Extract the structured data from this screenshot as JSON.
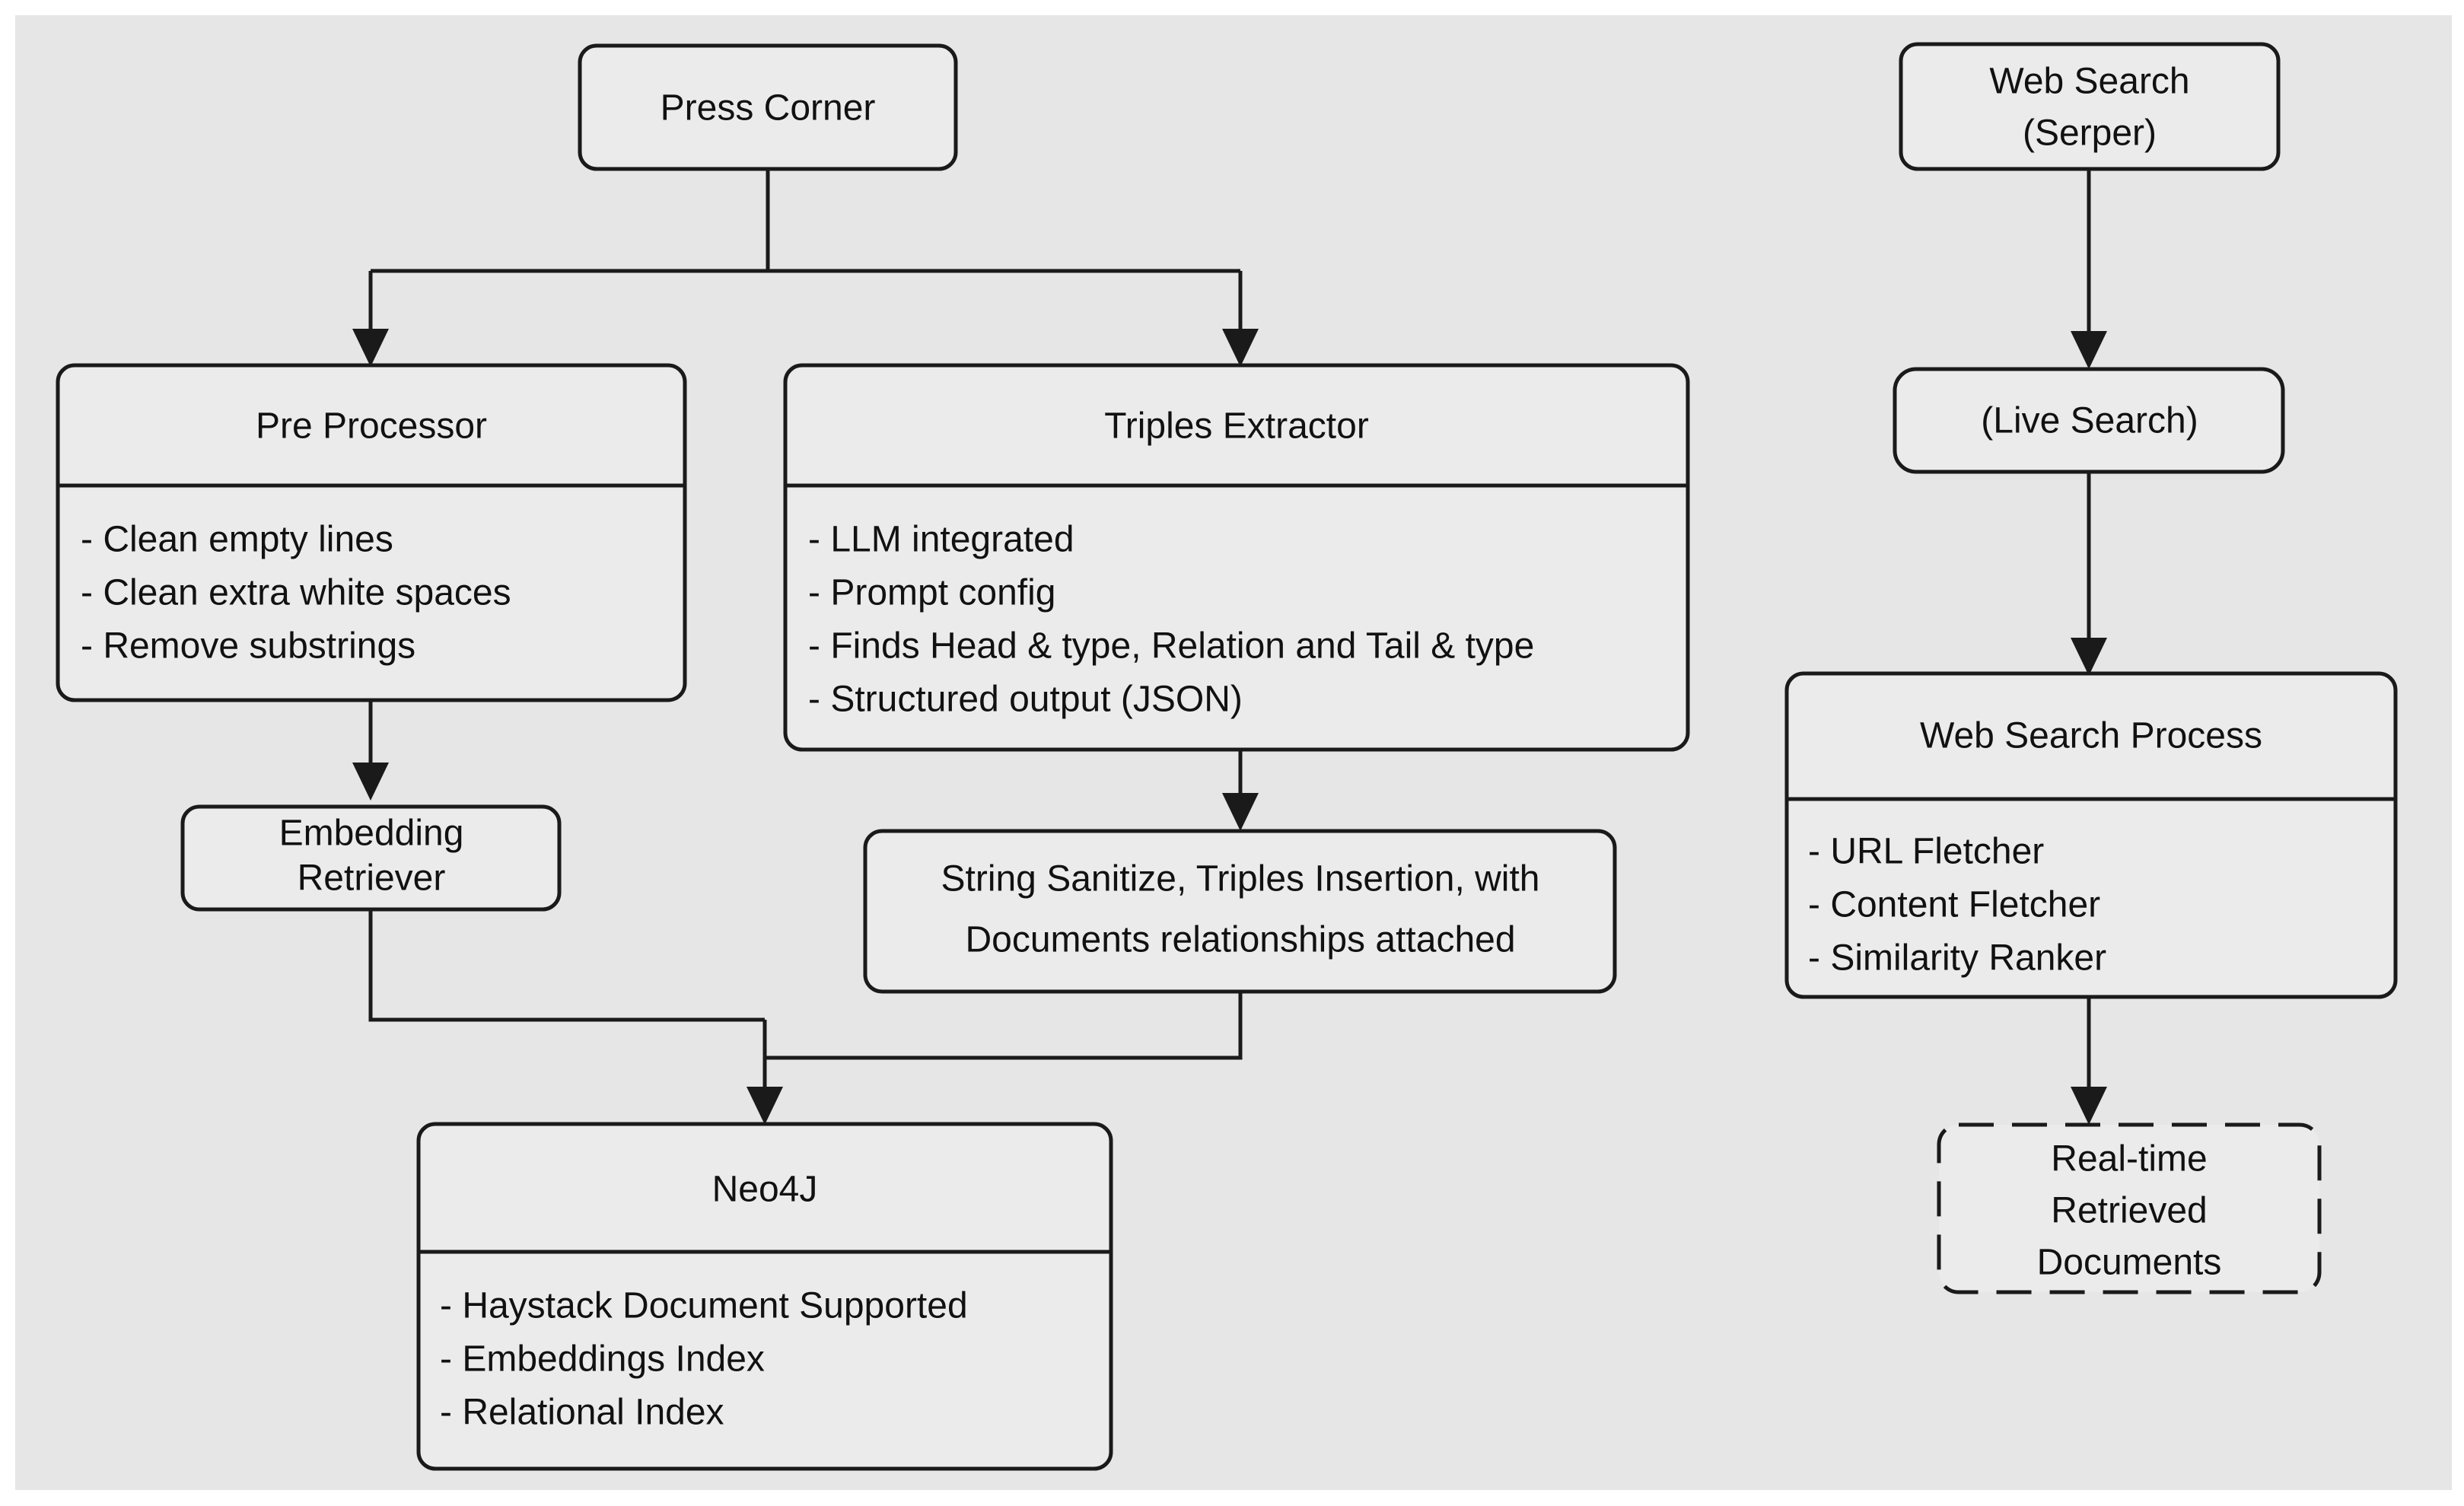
{
  "canvas": {
    "background_color": "#e6e6e6",
    "node_fill_color": "#ebebeb",
    "stroke_color": "#1a1a1a"
  },
  "nodes": {
    "press_corner": {
      "title": "Press Corner"
    },
    "pre_processor": {
      "title": "Pre Processor",
      "items": [
        "- Clean empty lines",
        "- Clean extra white spaces",
        "- Remove substrings"
      ]
    },
    "triples_extractor": {
      "title": "Triples Extractor",
      "items": [
        "- LLM integrated",
        "- Prompt config",
        "- Finds Head & type, Relation and Tail & type",
        "- Structured output (JSON)"
      ]
    },
    "embedding_retriever": {
      "line1": "Embedding",
      "line2": "Retriever"
    },
    "string_sanitize": {
      "line1": "String Sanitize, Triples Insertion, with",
      "line2": "Documents relationships attached"
    },
    "neo4j": {
      "title": "Neo4J",
      "items": [
        "- Haystack Document Supported",
        "- Embeddings Index",
        "- Relational Index"
      ]
    },
    "web_search_serper": {
      "line1": "Web Search",
      "line2": "(Serper)"
    },
    "live_search": {
      "title": "(Live Search)"
    },
    "web_search_process": {
      "title": "Web Search Process",
      "items": [
        "- URL Fletcher",
        "- Content Fletcher",
        "- Similarity Ranker"
      ]
    },
    "realtime_docs": {
      "line1": "Real-time",
      "line2": "Retrieved",
      "line3": "Documents"
    }
  }
}
